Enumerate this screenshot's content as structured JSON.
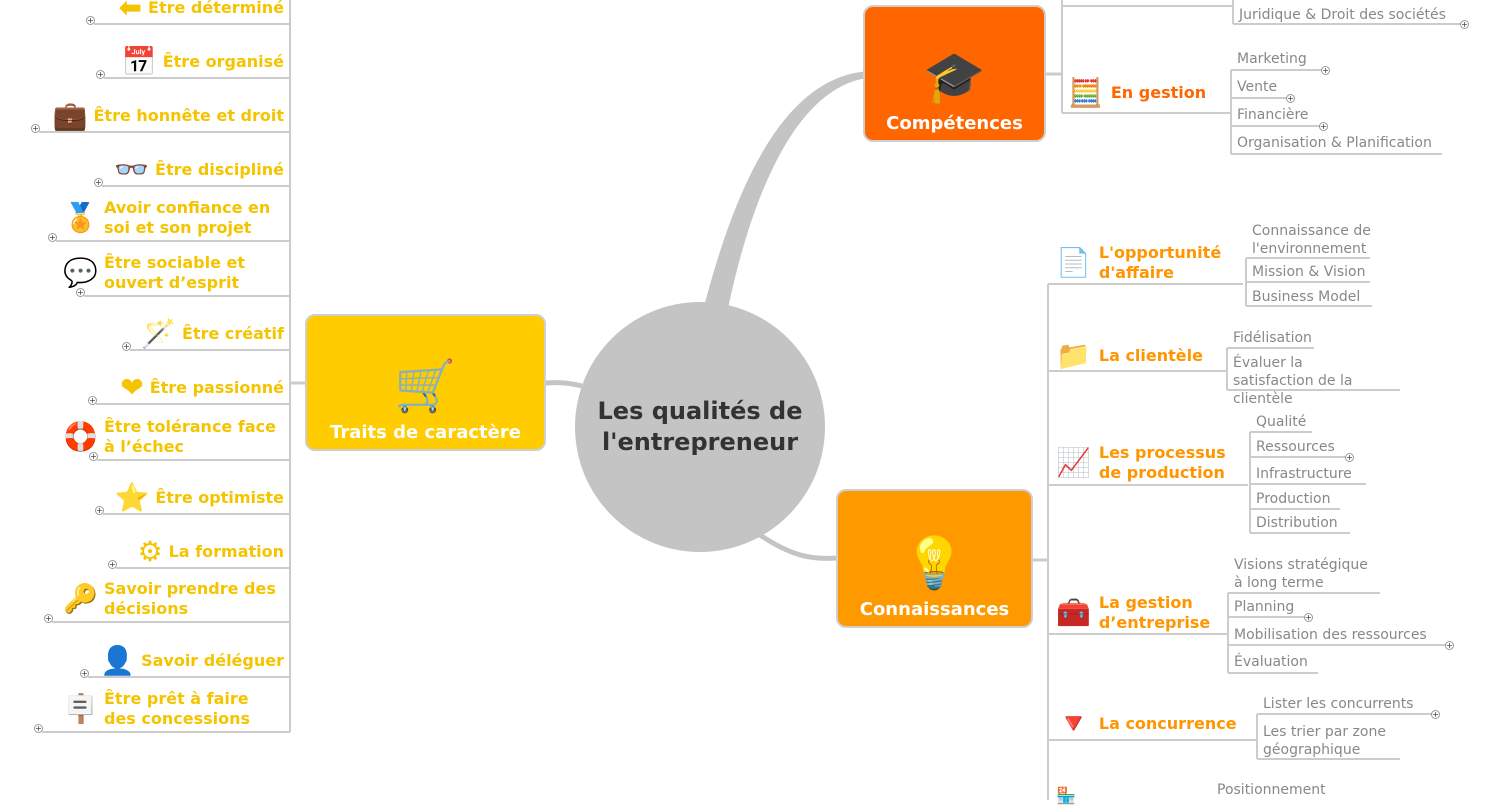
{
  "center": {
    "title": "Les qualités de l'entrepreneur"
  },
  "traits": {
    "label": "Traits de caractère",
    "icon": "shopping-cart-icon",
    "color": "#ffcc00",
    "items": [
      {
        "label": "Être déterminé",
        "icon": "arrow-icon"
      },
      {
        "label": "Être organisé",
        "icon": "calendar-icon"
      },
      {
        "label": "Être honnête et droit",
        "icon": "briefcase-icon"
      },
      {
        "label": "Être discipliné",
        "icon": "glasses-icon"
      },
      {
        "label": "Avoir confiance en soi et son projet",
        "icon": "award-ribbon-icon"
      },
      {
        "label": "Être sociable et ouvert d’esprit",
        "icon": "chat-bubbles-icon"
      },
      {
        "label": "Être créatif",
        "icon": "magic-wand-icon"
      },
      {
        "label": "Être passionné",
        "icon": "heart-icon"
      },
      {
        "label": "Être tolérance face à l’échec",
        "icon": "lifebuoy-icon"
      },
      {
        "label": "Être optimiste",
        "icon": "star-icon"
      },
      {
        "label": "La formation",
        "icon": "gear-icon"
      },
      {
        "label": "Savoir prendre des décisions",
        "icon": "key-icon"
      },
      {
        "label": "Savoir déléguer",
        "icon": "person-icon"
      },
      {
        "label": "Être prêt à faire des concessions",
        "icon": "signpost-icon"
      }
    ]
  },
  "competences": {
    "label": "Compétences",
    "icon": "graduation-cap-icon",
    "color": "#ff6600",
    "top_sub": "Juridique & Droit des sociétés",
    "section": {
      "label": "En gestion",
      "icon": "calculator-icon",
      "subs": [
        "Marketing",
        "Vente",
        "Financière",
        "Organisation & Planification"
      ]
    }
  },
  "connaissances": {
    "label": "Connaissances",
    "icon": "lightbulb-icon",
    "color": "#ff9900",
    "sections": [
      {
        "label": "L'opportunité d'affaire",
        "icon": "document-coins-icon",
        "subs": [
          "Connaissance de l'environnement",
          "Mission & Vision",
          "Business Model"
        ]
      },
      {
        "label": "La clientèle",
        "icon": "folder-user-icon",
        "subs": [
          "Fidélisation",
          "Évaluer la satisfaction de la clientèle"
        ]
      },
      {
        "label": "Les processus de production",
        "icon": "monitor-chart-icon",
        "subs": [
          "Qualité",
          "Ressources",
          "Infrastructure",
          "Production",
          "Distribution"
        ]
      },
      {
        "label": "La gestion d’entreprise",
        "icon": "toolbox-icon",
        "subs": [
          "Visions stratégique à long terme",
          "Planning",
          "Mobilisation des ressources",
          "Évaluation"
        ]
      },
      {
        "label": "La concurrence",
        "icon": "yield-sign-icon",
        "subs": [
          "Lister les concurrents",
          "Les trier par zone géographique"
        ]
      }
    ],
    "partial_sub": "Positionnement"
  }
}
